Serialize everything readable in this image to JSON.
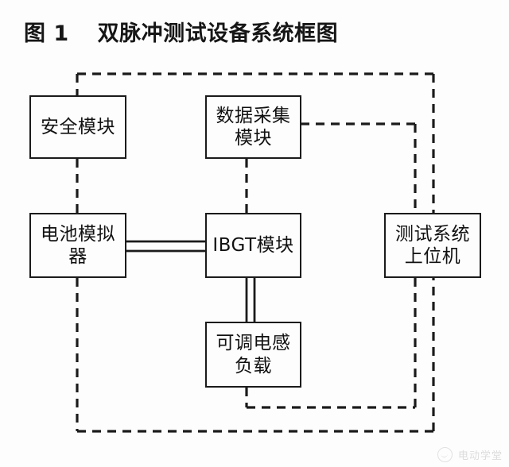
{
  "figure": {
    "number": "图 1",
    "caption": "双脉冲测试设备系统框图"
  },
  "nodes": {
    "safety_module": {
      "label": "安全模块"
    },
    "data_acquisition_module": {
      "label": "数据采集\n模块"
    },
    "battery_simulator": {
      "label": "电池模拟\n器"
    },
    "igbt_module": {
      "label": "IBGT模块"
    },
    "test_host_computer": {
      "label": "测试系统\n上位机"
    },
    "adjustable_inductive_load": {
      "label": "可调电感\n负载"
    }
  },
  "connections": {
    "signal_style": "dashed",
    "power_style": "double-solid",
    "items": [
      {
        "from": "safety_module",
        "to": "test_host_computer",
        "style": "dashed"
      },
      {
        "from": "safety_module",
        "to": "battery_simulator",
        "style": "dashed"
      },
      {
        "from": "data_acquisition_module",
        "to": "test_host_computer",
        "style": "dashed"
      },
      {
        "from": "data_acquisition_module",
        "to": "igbt_module",
        "style": "dashed"
      },
      {
        "from": "battery_simulator",
        "to": "igbt_module",
        "style": "double-solid"
      },
      {
        "from": "igbt_module",
        "to": "adjustable_inductive_load",
        "style": "double-solid"
      },
      {
        "from": "adjustable_inductive_load",
        "to": "test_host_computer",
        "style": "dashed"
      },
      {
        "from": "battery_simulator",
        "to": "test_host_computer",
        "style": "dashed"
      }
    ]
  },
  "colors": {
    "line": "#1b1b1b",
    "box_border": "#1b1b1b",
    "text": "#111111",
    "background": "#fdfdfd",
    "watermark": "#adadad"
  },
  "watermark": {
    "text": "电动学堂",
    "logo": "circle-smile-logo"
  }
}
